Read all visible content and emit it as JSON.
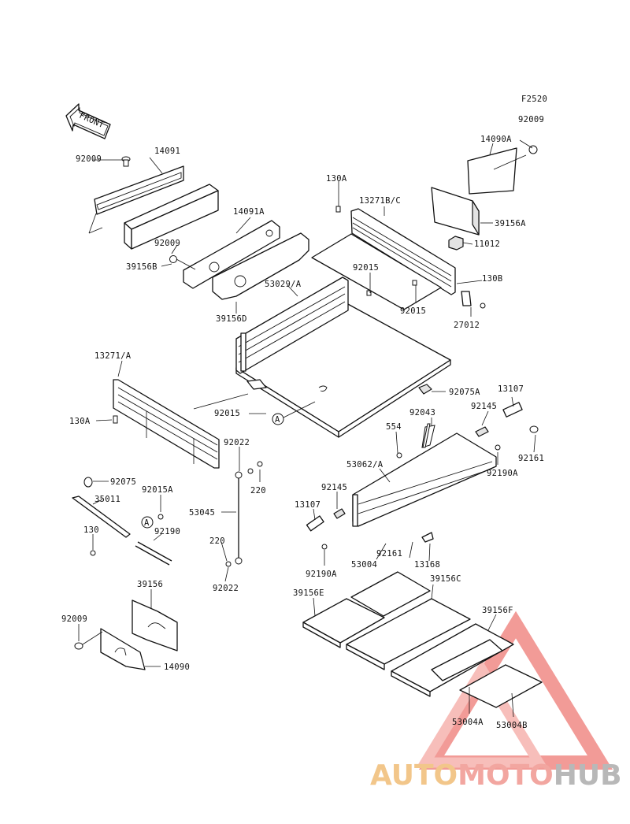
{
  "figure_code": "F2520",
  "front_arrow_text": "FRONT",
  "circle_marker": "A",
  "labels": [
    {
      "id": "l-92009-top",
      "text": "92009"
    },
    {
      "id": "l-14090A",
      "text": "14090A"
    },
    {
      "id": "l-39156A",
      "text": "39156A"
    },
    {
      "id": "l-11012",
      "text": "11012"
    },
    {
      "id": "l-130B",
      "text": "130B"
    },
    {
      "id": "l-27012",
      "text": "27012"
    },
    {
      "id": "l-92015-r",
      "text": "92015"
    },
    {
      "id": "l-92015-c",
      "text": "92015"
    },
    {
      "id": "l-130A-top",
      "text": "130A"
    },
    {
      "id": "l-13271BC",
      "text": "13271B/C"
    },
    {
      "id": "l-92009-l",
      "text": "92009"
    },
    {
      "id": "l-14091",
      "text": "14091"
    },
    {
      "id": "l-14091A",
      "text": "14091A"
    },
    {
      "id": "l-92009-m",
      "text": "92009"
    },
    {
      "id": "l-39156B",
      "text": "39156B"
    },
    {
      "id": "l-39156D",
      "text": "39156D"
    },
    {
      "id": "l-53029A",
      "text": "53029/A"
    },
    {
      "id": "l-13271A",
      "text": "13271/A"
    },
    {
      "id": "l-130A-l",
      "text": "130A"
    },
    {
      "id": "l-92015-b",
      "text": "92015"
    },
    {
      "id": "l-92075A",
      "text": "92075A"
    },
    {
      "id": "l-13107-r",
      "text": "13107"
    },
    {
      "id": "l-92043",
      "text": "92043"
    },
    {
      "id": "l-92145-r",
      "text": "92145"
    },
    {
      "id": "l-554",
      "text": "554"
    },
    {
      "id": "l-92161-r",
      "text": "92161"
    },
    {
      "id": "l-92190A-r",
      "text": "92190A"
    },
    {
      "id": "l-53062A",
      "text": "53062/A"
    },
    {
      "id": "l-92022-t",
      "text": "92022"
    },
    {
      "id": "l-220-t",
      "text": "220"
    },
    {
      "id": "l-53045",
      "text": "53045"
    },
    {
      "id": "l-220-b",
      "text": "220"
    },
    {
      "id": "l-92022-b",
      "text": "92022"
    },
    {
      "id": "l-92075",
      "text": "92075"
    },
    {
      "id": "l-35011",
      "text": "35011"
    },
    {
      "id": "l-92015A",
      "text": "92015A"
    },
    {
      "id": "l-130",
      "text": "130"
    },
    {
      "id": "l-92190",
      "text": "92190"
    },
    {
      "id": "l-92145-l",
      "text": "92145"
    },
    {
      "id": "l-13107-l",
      "text": "13107"
    },
    {
      "id": "l-92190A-l",
      "text": "92190A"
    },
    {
      "id": "l-53004",
      "text": "53004"
    },
    {
      "id": "l-92161-l",
      "text": "92161"
    },
    {
      "id": "l-13168",
      "text": "13168"
    },
    {
      "id": "l-39156",
      "text": "39156"
    },
    {
      "id": "l-92009-b",
      "text": "92009"
    },
    {
      "id": "l-14090",
      "text": "14090"
    },
    {
      "id": "l-39156E",
      "text": "39156E"
    },
    {
      "id": "l-39156C",
      "text": "39156C"
    },
    {
      "id": "l-39156F",
      "text": "39156F"
    },
    {
      "id": "l-53004A",
      "text": "53004A"
    },
    {
      "id": "l-53004B",
      "text": "53004B"
    }
  ],
  "watermark": {
    "part1": "AUTO",
    "part2": "MOTO",
    "part3": "HUB",
    "color1": "#f2c68a",
    "color2": "#f2a6a0",
    "color3": "#b8b8b8"
  },
  "colors": {
    "line": "#111111",
    "background": "#ffffff",
    "watermark_triangle": "#f08080"
  }
}
